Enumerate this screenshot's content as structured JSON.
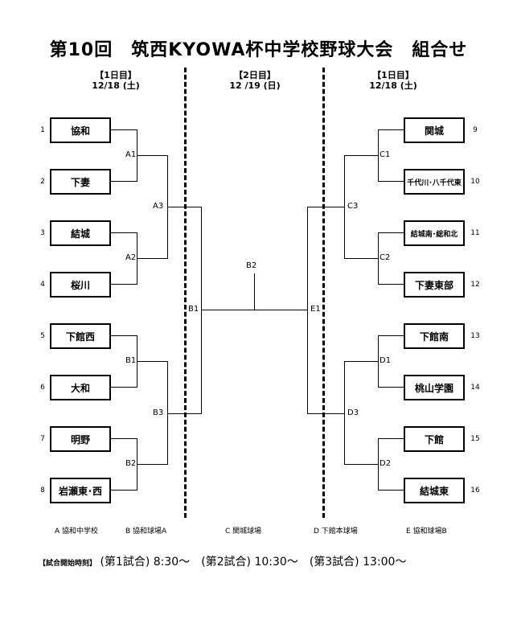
{
  "title": "第10回　筑西KYOWA杯中学校野球大会　組合せ",
  "day_headers": [
    {
      "day": "【1日目】",
      "date": "12/18 (土)"
    },
    {
      "day": "【2日目】",
      "date": "12 /19 (日)"
    },
    {
      "day": "【1日目】",
      "date": "12/18 (土)"
    }
  ],
  "left_teams": [
    {
      "seed": "1",
      "name": "協和"
    },
    {
      "seed": "2",
      "name": "下妻"
    },
    {
      "seed": "3",
      "name": "結城"
    },
    {
      "seed": "4",
      "name": "桜川"
    },
    {
      "seed": "5",
      "name": "下館西"
    },
    {
      "seed": "6",
      "name": "大和"
    },
    {
      "seed": "7",
      "name": "明野"
    },
    {
      "seed": "8",
      "name": "岩瀬東･西"
    }
  ],
  "right_teams": [
    {
      "seed": "9",
      "name": "関城"
    },
    {
      "seed": "10",
      "name": "千代川･八千代東"
    },
    {
      "seed": "11",
      "name": "結城南･総和北"
    },
    {
      "seed": "12",
      "name": "下妻東部"
    },
    {
      "seed": "13",
      "name": "下館南"
    },
    {
      "seed": "14",
      "name": "桃山学園"
    },
    {
      "seed": "15",
      "name": "下館"
    },
    {
      "seed": "16",
      "name": "結城東"
    }
  ],
  "match_labels": {
    "A1": "A1",
    "A2": "A2",
    "A3": "A3",
    "B1a": "B1",
    "B2a": "B2",
    "B3": "B3",
    "B1": "B1",
    "B2": "B2",
    "C1": "C1",
    "C2": "C2",
    "C3": "C3",
    "D1": "D1",
    "D2": "D2",
    "D3": "D3",
    "E1": "E1"
  },
  "venues": [
    "A  協和中学校",
    "B  協和球場A",
    "C  関城球場",
    "D  下館本球場",
    "E  協和球場B"
  ],
  "schedule": {
    "head": "【試合開始時刻】",
    "text": "(第1試合) 8:30～　(第2試合) 10:30～　(第3試合) 13:00～"
  }
}
